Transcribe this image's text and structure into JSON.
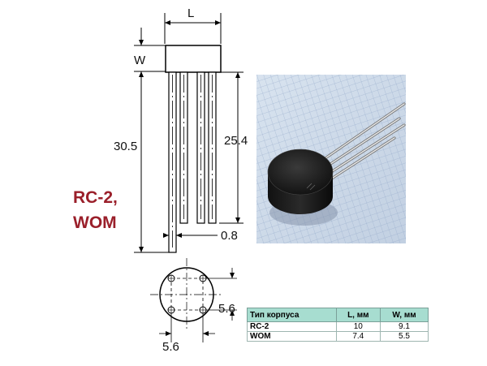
{
  "dimensions": {
    "L": "L",
    "W": "W",
    "total_length": "30.5",
    "lead_length": "25.4",
    "lead_width": "0.8",
    "pitch_x": "5.6",
    "pitch_y": "5.6"
  },
  "package_labels": {
    "line1": "RC-2,",
    "line2": "WOM"
  },
  "colors": {
    "label_red": "#9a1f2a",
    "table_header": "#a7ddd0"
  },
  "table": {
    "headers": [
      "Тип корпуса",
      "L, мм",
      "W, мм"
    ],
    "rows": [
      [
        "RC-2",
        "10",
        "9.1"
      ],
      [
        "WOM",
        "7.4",
        "5.5"
      ]
    ]
  }
}
